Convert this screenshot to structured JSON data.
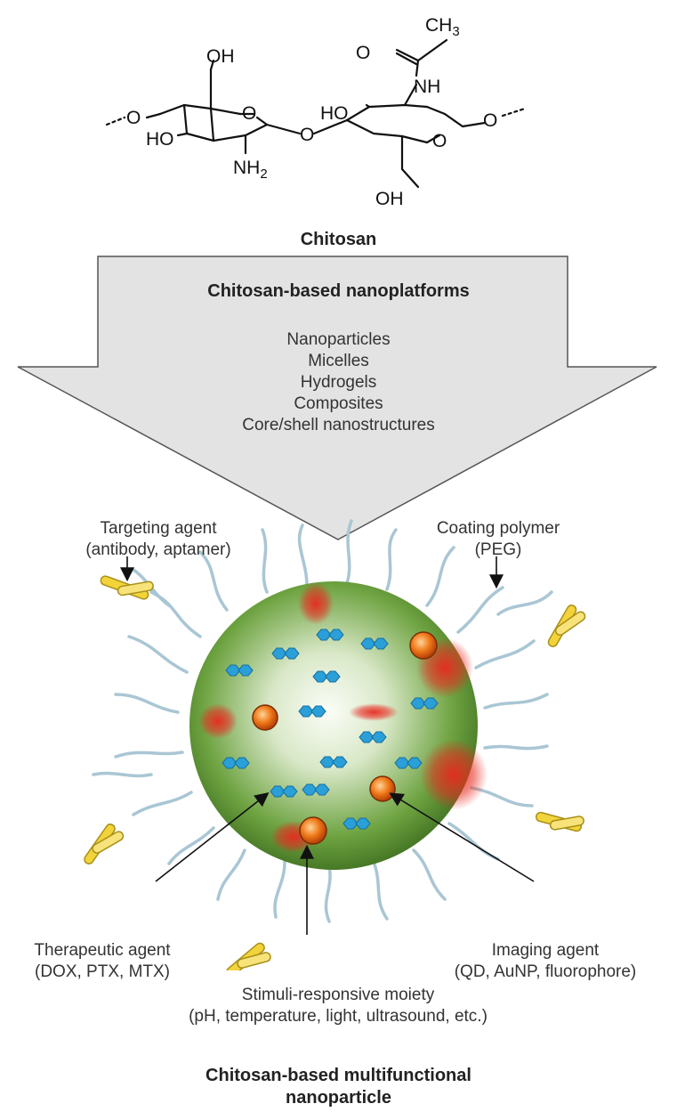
{
  "structure": {
    "atoms": {
      "ch3": "CH3",
      "o_carbonyl": "O",
      "nh": "NH",
      "oh_top": "OH",
      "o_ring1": "O",
      "ho_left": "HO",
      "nh2": "NH2",
      "o_link": "O",
      "ho_right": "HO",
      "o_ring2": "O",
      "oh_bottom": "OH",
      "o_left_end": "O",
      "o_right_end": "O"
    },
    "name": "Chitosan"
  },
  "arrow": {
    "title": "Chitosan-based nanoplatforms",
    "items": [
      "Nanoparticles",
      "Micelles",
      "Hydrogels",
      "Composites",
      "Core/shell nanostructures"
    ]
  },
  "labels": {
    "targeting": {
      "line1": "Targeting agent",
      "line2": "(antibody, aptamer)"
    },
    "coating": {
      "line1": "Coating polymer",
      "line2": "(PEG)"
    },
    "therapeutic": {
      "line1": "Therapeutic agent",
      "line2": "(DOX, PTX, MTX)"
    },
    "imaging": {
      "line1": "Imaging agent",
      "line2": "(QD, AuNP, fluorophore)"
    },
    "stimuli": {
      "line1": "Stimuli-responsive moiety",
      "line2": "(pH, temperature, light, ultrasound, etc.)"
    }
  },
  "bottom_title": {
    "line1": "Chitosan-based multifunctional",
    "line2": "nanoparticle"
  },
  "colors": {
    "sphere_outer": "#4f8a2a",
    "sphere_inner": "#f2f7ea",
    "strand": "#a9c6d4",
    "drug": "#2a9fd8",
    "imaging": "#f07a1a",
    "stimuli": "#e8291f",
    "antibody": "#f2d33a",
    "arrow_fill": "#e3e3e3"
  }
}
